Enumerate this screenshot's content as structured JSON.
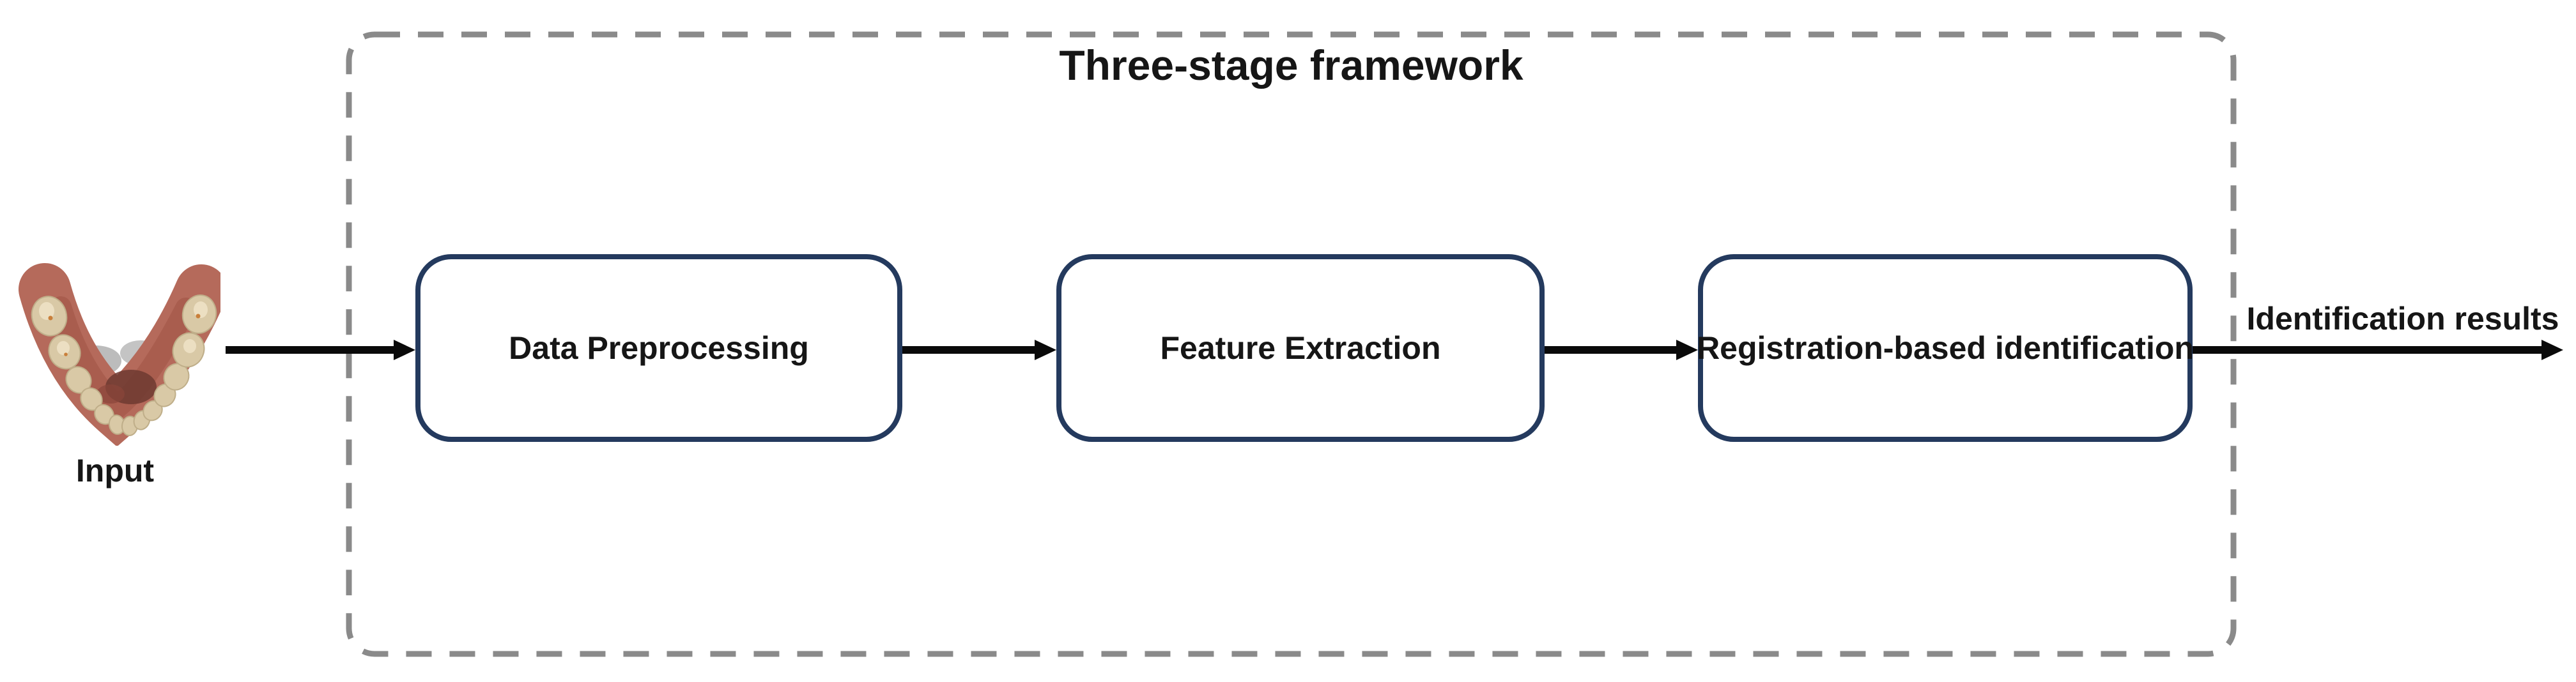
{
  "figure": {
    "type": "flow-diagram",
    "background": "#ffffff"
  },
  "input": {
    "label": "Input",
    "image": "lower-dental-arch-scan"
  },
  "framework": {
    "title": "Three-stage framework",
    "border_style": "dashed",
    "border_color": "#8a8a8a",
    "box_border_color": "#243a5e",
    "stages": [
      {
        "label": "Data Preprocessing"
      },
      {
        "label": "Feature Extraction"
      },
      {
        "label": "Registration-based identification"
      }
    ]
  },
  "output": {
    "label": "Identification results"
  },
  "arrows": {
    "color": "#0a0a0a",
    "count": 4,
    "direction": "left-to-right"
  },
  "text_color": "#161616"
}
